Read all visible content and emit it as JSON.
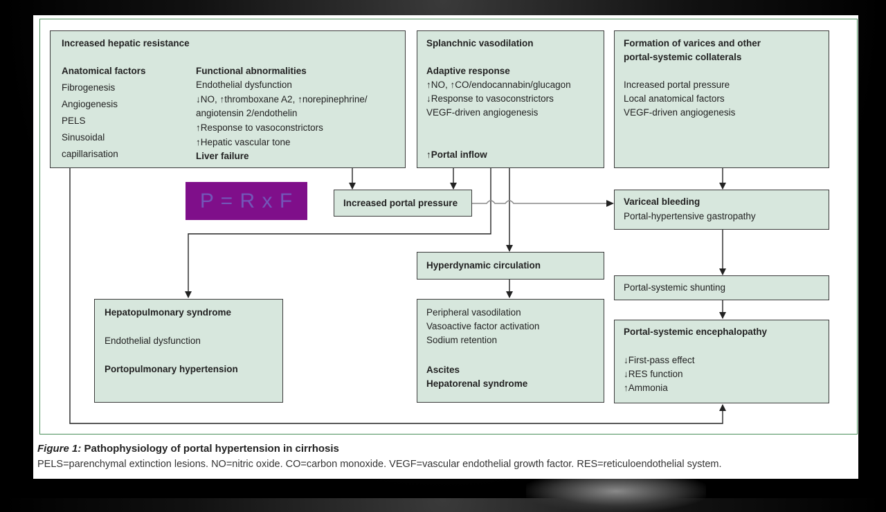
{
  "formula": "P = R x F",
  "boxes": {
    "hepatic": {
      "title": "Increased hepatic resistance",
      "anat_title": "Anatomical factors",
      "anat": [
        "Fibrogenesis",
        "Angiogenesis",
        "PELS",
        "Sinusoidal",
        "capillarisation"
      ],
      "func_title": "Functional abnormalities",
      "func": [
        "Endothelial dysfunction",
        "↓NO, ↑thromboxane A2, ↑norepinephrine/",
        "angiotensin 2/endothelin",
        "↑Response to vasoconstrictors",
        "↑Hepatic vascular tone"
      ],
      "func_bold": "Liver failure"
    },
    "splanchnic": {
      "title": "Splanchnic vasodilation",
      "sub": "Adaptive response",
      "items": [
        "↑NO, ↑CO/endocannabin/glucagon",
        "↓Response to vasoconstrictors",
        "VEGF-driven angiogenesis"
      ],
      "bold": "↑Portal inflow"
    },
    "varices": {
      "title_1": "Formation of varices and other",
      "title_2": "portal-systemic collaterals",
      "items": [
        "Increased portal pressure",
        "Local anatomical factors",
        "VEGF-driven angiogenesis"
      ]
    },
    "portal_pressure": {
      "title": "Increased portal pressure"
    },
    "variceal": {
      "title": "Variceal bleeding",
      "sub": "Portal-hypertensive gastropathy"
    },
    "hyperdynamic": {
      "title": "Hyperdynamic circulation"
    },
    "shunting": {
      "title": "Portal-systemic shunting"
    },
    "hepatopulmonary": {
      "title": "Hepatopulmonary syndrome",
      "sub": "Endothelial dysfunction",
      "bold": "Portopulmonary hypertension"
    },
    "peripheral": {
      "items": [
        "Peripheral vasodilation",
        "Vasoactive factor activation",
        "Sodium retention"
      ],
      "bold": [
        "Ascites",
        "Hepatorenal syndrome"
      ]
    },
    "encephalopathy": {
      "title": "Portal-systemic encephalopathy",
      "items": [
        "↓First-pass effect",
        "↓RES function",
        "↑Ammonia"
      ]
    }
  },
  "caption": {
    "fig": "Figure 1:",
    "title": "Pathophysiology of portal hypertension in cirrhosis",
    "text": "PELS=parenchymal extinction lesions. NO=nitric oxide. CO=carbon monoxide. VEGF=vascular endothelial growth factor. RES=reticuloendothelial system."
  },
  "colors": {
    "box_fill": "#d7e7dd",
    "frame": "#4a8f5a",
    "formula_bg": "#7f0f8a",
    "arrow_fill": "#a9d1b6"
  }
}
